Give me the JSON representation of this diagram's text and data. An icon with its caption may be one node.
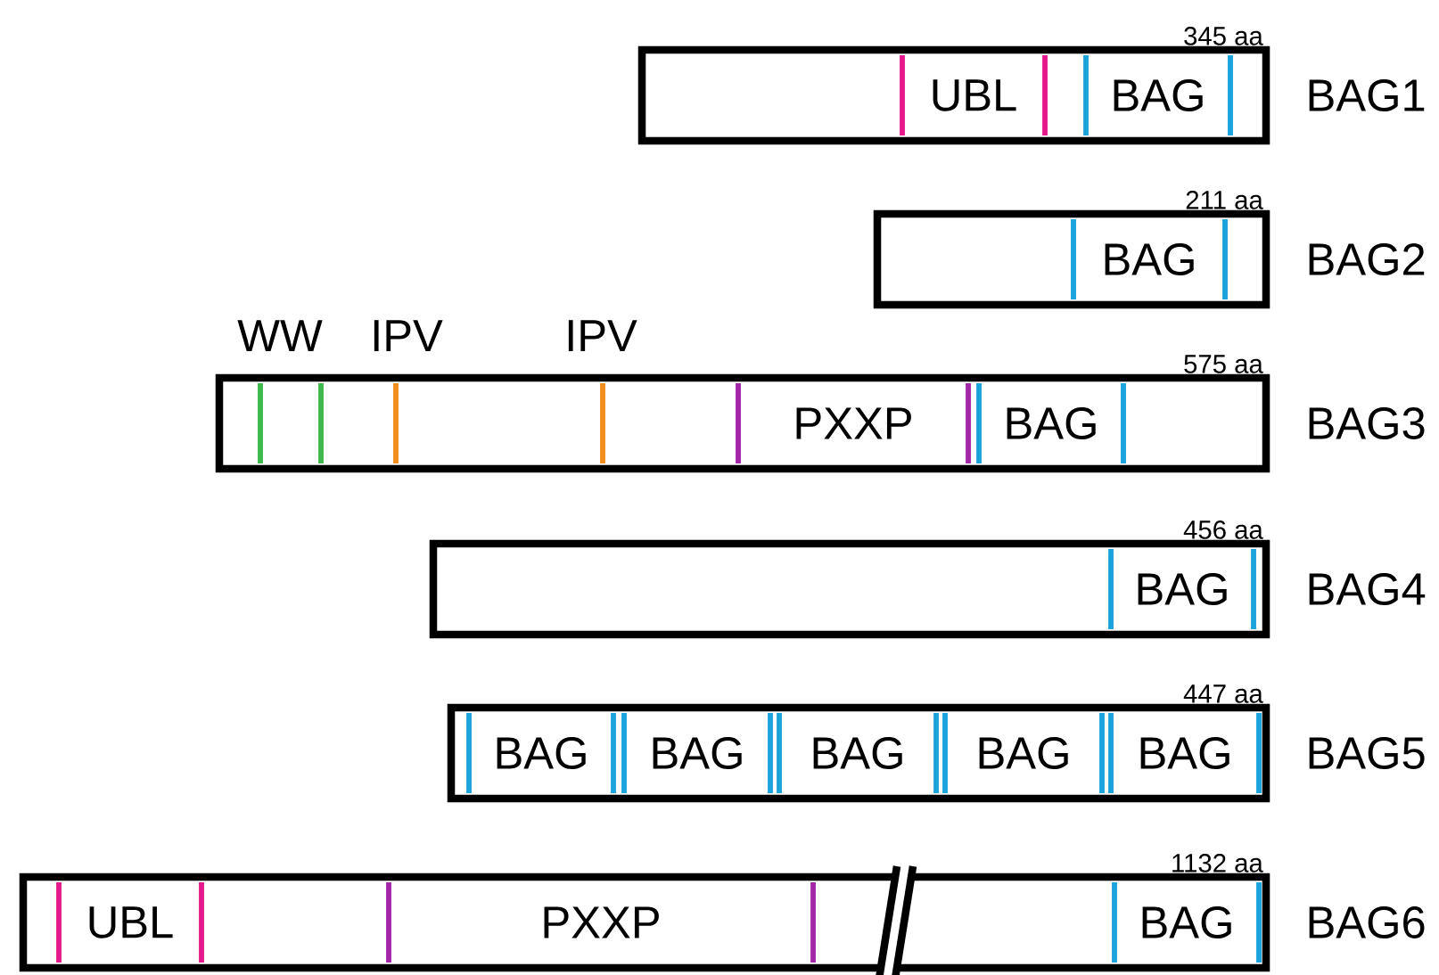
{
  "diagram": {
    "nodes": [
      {
        "text": [],
        "shape": "bar",
        "beside": [
          "345 aa",
          "BAG1"
        ]
      },
      {
        "text": [
          "UBL"
        ],
        "in": 0
      },
      {
        "text": [
          "BAG"
        ],
        "in": 0
      },
      {
        "text": [],
        "shape": "bar",
        "beside": [
          "211 aa",
          "BAG2"
        ]
      },
      {
        "text": [
          "BAG"
        ],
        "in": 3
      },
      {
        "text": [],
        "shape": "bar",
        "beside": [
          "575 aa",
          "BAG3"
        ]
      },
      {
        "text": [
          "PXXP"
        ],
        "in": 5
      },
      {
        "text": [
          "BAG"
        ],
        "in": 5
      },
      {
        "text": [],
        "shape": "bar",
        "beside": [
          "456 aa",
          "BAG4"
        ]
      },
      {
        "text": [
          "BAG"
        ],
        "in": 8
      },
      {
        "text": [],
        "shape": "bar",
        "beside": [
          "447 aa",
          "BAG5"
        ]
      },
      {
        "text": [
          "BAG"
        ],
        "in": 10
      },
      {
        "text": [
          "BAG"
        ],
        "in": 10
      },
      {
        "text": [
          "BAG"
        ],
        "in": 10
      },
      {
        "text": [
          "BAG"
        ],
        "in": 10
      },
      {
        "text": [
          "BAG"
        ],
        "in": 10
      },
      {
        "text": [],
        "shape": "bar",
        "beside": [
          "1132 aa",
          "BAG6"
        ]
      },
      {
        "text": [
          "UBL"
        ],
        "in": 16
      },
      {
        "text": [
          "PXXP"
        ],
        "in": 16
      },
      {
        "text": [
          "BAG"
        ],
        "in": 16
      }
    ],
    "labels": [
      "WW",
      "IPV",
      "IPV"
    ]
  }
}
